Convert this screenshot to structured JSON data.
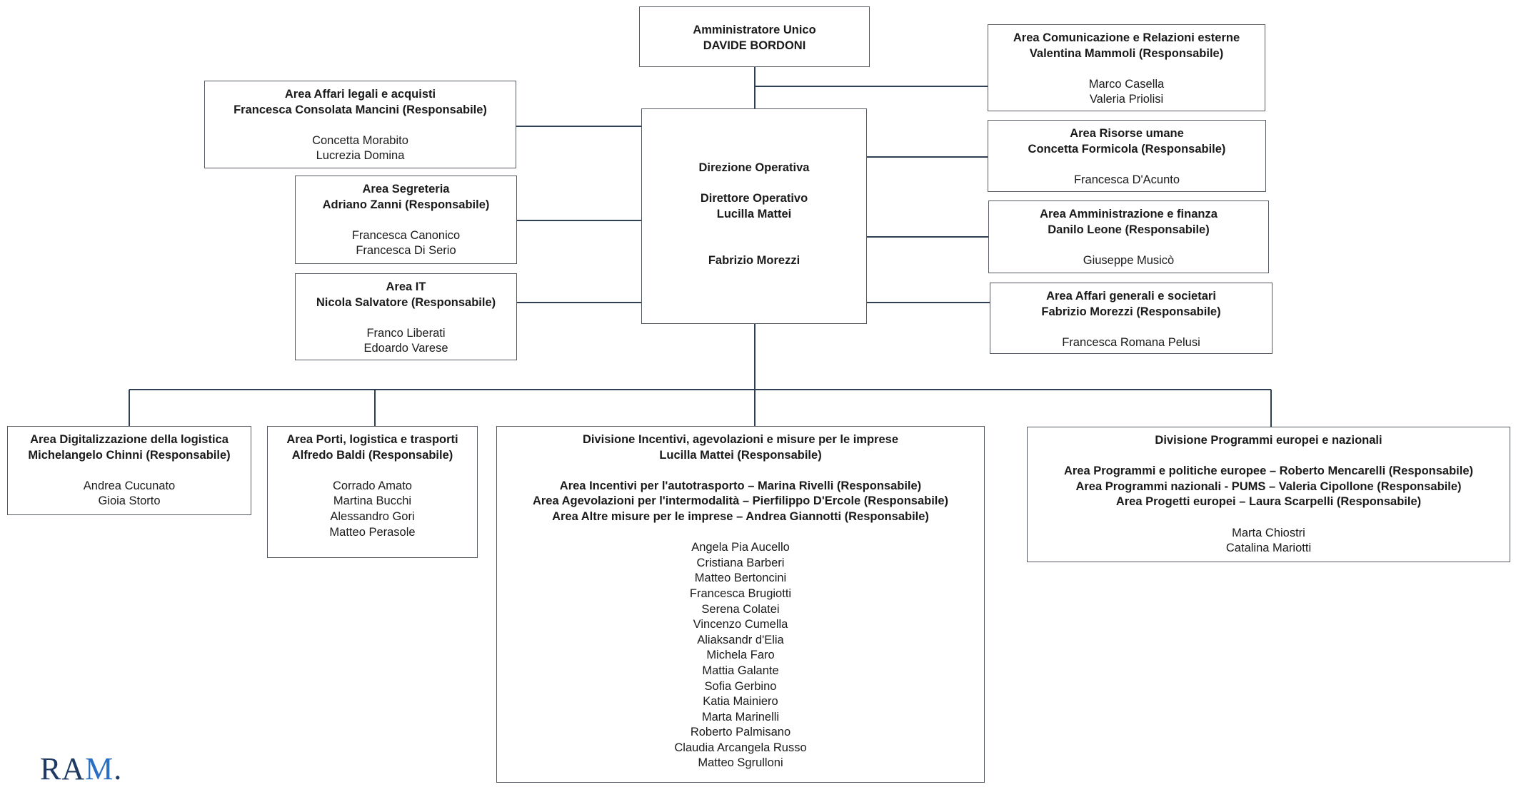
{
  "colors": {
    "border": "#555a60",
    "connector": "#2f4055",
    "logo_main": "#1f3a63",
    "logo_accent": "#2b6fc2"
  },
  "logo": {
    "text_main": "RA",
    "text_accent": "M",
    "suffix": "."
  },
  "boxes": {
    "amministratore": {
      "title": "Amministratore Unico",
      "name": "DAVIDE BORDONI"
    },
    "comunicazione": {
      "title": "Area Comunicazione e Relazioni esterne",
      "head": "Valentina Mammoli (Responsabile)",
      "members": [
        "Marco Casella",
        "Valeria Priolisi"
      ]
    },
    "affari_legali": {
      "title": "Area Affari legali e acquisti",
      "head": "Francesca Consolata Mancini (Responsabile)",
      "members": [
        "Concetta Morabito",
        "Lucrezia Domina"
      ]
    },
    "segreteria": {
      "title": "Area Segreteria",
      "head": "Adriano Zanni (Responsabile)",
      "members": [
        "Francesca Canonico",
        "Francesca Di Serio"
      ]
    },
    "it": {
      "title": "Area IT",
      "head": "Nicola Salvatore (Responsabile)",
      "members": [
        "Franco Liberati",
        "Edoardo Varese"
      ]
    },
    "direzione": {
      "title": "Direzione Operativa",
      "director_label": "Direttore Operativo",
      "director_name": "Lucilla Mattei",
      "other": "Fabrizio Morezzi"
    },
    "risorse_umane": {
      "title": "Area Risorse umane",
      "head": "Concetta Formicola (Responsabile)",
      "members": [
        "Francesca D'Acunto"
      ]
    },
    "amministrazione_finanza": {
      "title": "Area Amministrazione e finanza",
      "head": "Danilo Leone (Responsabile)",
      "members": [
        "Giuseppe Musicò"
      ]
    },
    "affari_generali": {
      "title": "Area Affari generali e societari",
      "head": "Fabrizio Morezzi (Responsabile)",
      "members": [
        "Francesca Romana Pelusi"
      ]
    },
    "digitalizzazione": {
      "title": "Area Digitalizzazione della logistica",
      "head": "Michelangelo Chinni (Responsabile)",
      "members": [
        "Andrea Cucunato",
        "Gioia Storto"
      ]
    },
    "porti": {
      "title": "Area Porti, logistica e trasporti",
      "head": "Alfredo Baldi (Responsabile)",
      "members": [
        "Corrado Amato",
        "Martina Bucchi",
        "Alessandro Gori",
        "Matteo Perasole"
      ]
    },
    "incentivi": {
      "title": "Divisione Incentivi, agevolazioni e misure per le imprese",
      "head": "Lucilla Mattei (Responsabile)",
      "areas": [
        "Area Incentivi per l'autotrasporto – Marina Rivelli (Responsabile)",
        "Area Agevolazioni per l'intermodalità – Pierfilippo D'Ercole (Responsabile)",
        "Area Altre misure per le imprese – Andrea Giannotti (Responsabile)"
      ],
      "members": [
        "Angela Pia Aucello",
        "Cristiana Barberi",
        "Matteo Bertoncini",
        "Francesca Brugiotti",
        "Serena Colatei",
        "Vincenzo Cumella",
        "Aliaksandr d'Elia",
        "Michela Faro",
        "Mattia Galante",
        "Sofia Gerbino",
        "Katia Mainiero",
        "Marta Marinelli",
        "Roberto Palmisano",
        "Claudia Arcangela Russo",
        "Matteo Sgrulloni"
      ]
    },
    "programmi": {
      "title": "Divisione Programmi europei e nazionali",
      "areas": [
        "Area Programmi e politiche europee – Roberto Mencarelli (Responsabile)",
        "Area Programmi  nazionali - PUMS – Valeria Cipollone (Responsabile)",
        "Area Progetti europei – Laura Scarpelli (Responsabile)"
      ],
      "members": [
        "Marta Chiostri",
        "Catalina Mariotti"
      ]
    }
  }
}
